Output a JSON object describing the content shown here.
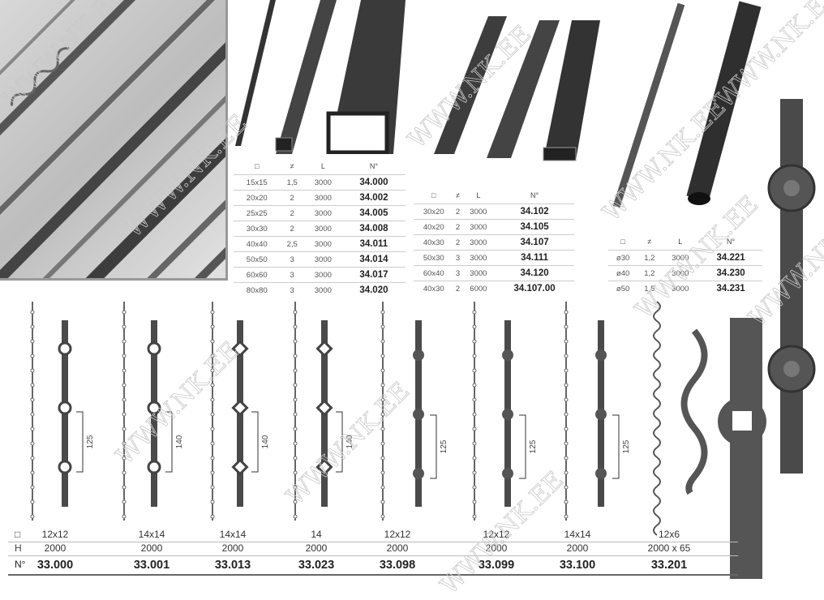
{
  "watermark": "WWW.NK.EE",
  "square_tubes": {
    "headers": [
      "□",
      "≠",
      "L",
      "N°"
    ],
    "rows": [
      [
        "15x15",
        "1,5",
        "3000",
        "34.000"
      ],
      [
        "20x20",
        "2",
        "3000",
        "34.002"
      ],
      [
        "25x25",
        "2",
        "3000",
        "34.005"
      ],
      [
        "30x30",
        "2",
        "3000",
        "34.008"
      ],
      [
        "40x40",
        "2,5",
        "3000",
        "34.011"
      ],
      [
        "50x50",
        "3",
        "3000",
        "34.014"
      ],
      [
        "60x60",
        "3",
        "3000",
        "34.017"
      ],
      [
        "80x80",
        "3",
        "3000",
        "34.020"
      ]
    ]
  },
  "rect_tubes": {
    "headers": [
      "□",
      "≠",
      "L",
      "N°"
    ],
    "rows": [
      [
        "30x20",
        "2",
        "3000",
        "34.102"
      ],
      [
        "40x20",
        "2",
        "3000",
        "34.105"
      ],
      [
        "40x30",
        "2",
        "3000",
        "34.107"
      ],
      [
        "50x30",
        "3",
        "3000",
        "34.111"
      ],
      [
        "60x40",
        "3",
        "3000",
        "34.120"
      ],
      [
        "40x30",
        "2",
        "6000",
        "34.107.00"
      ]
    ]
  },
  "round_tubes": {
    "headers": [
      "□",
      "≠",
      "L",
      "N°"
    ],
    "rows": [
      [
        "ø30",
        "1,2",
        "3000",
        "34.221"
      ],
      [
        "ø40",
        "1,2",
        "3000",
        "34.230"
      ],
      [
        "ø50",
        "1,5",
        "3000",
        "34.231"
      ]
    ]
  },
  "balusters": {
    "row_labels": [
      "□",
      "H",
      "N°"
    ],
    "items": [
      {
        "size": "12x12",
        "height": "2000",
        "code": "33.000",
        "spacing": "125",
        "type": "ring"
      },
      {
        "size": "14x14",
        "height": "2000",
        "code": "33.001",
        "spacing": "140",
        "type": "ring"
      },
      {
        "size": "14x14",
        "height": "2000",
        "code": "33.013",
        "spacing": "140",
        "type": "diamond"
      },
      {
        "size": "14",
        "height": "2000",
        "code": "33.023",
        "spacing": "140",
        "type": "diamond"
      },
      {
        "size": "12x12",
        "height": "2000",
        "code": "33.098",
        "spacing": "125",
        "type": "ball"
      },
      {
        "size": "12x12",
        "height": "2000",
        "code": "33.099",
        "spacing": "125",
        "type": "ball"
      },
      {
        "size": "14x14",
        "height": "2000",
        "code": "33.100",
        "spacing": "125",
        "type": "ball"
      },
      {
        "size": "12x6",
        "height": "2000 x 65",
        "code": "33.201",
        "type": "wave"
      }
    ]
  }
}
